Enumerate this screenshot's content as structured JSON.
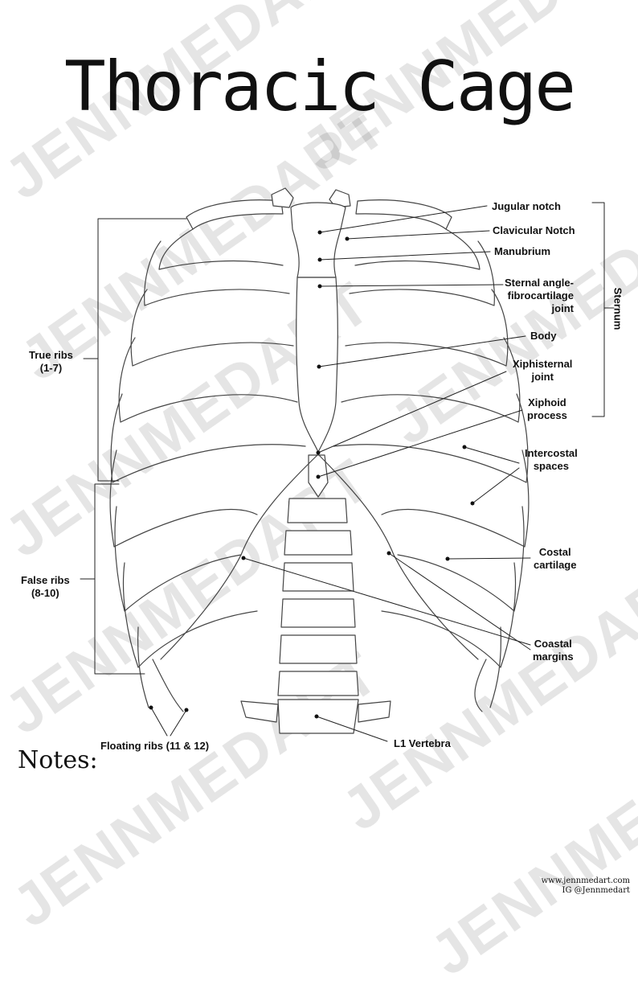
{
  "title": "Thoracic Cage",
  "watermark": "JENNMEDART",
  "labels": {
    "jugular_notch": "Jugular notch",
    "clavicular_notch": "Clavicular Notch",
    "manubrium": "Manubrium",
    "sternal_angle": "Sternal angle-\nfibrocartilage\njoint",
    "body": "Body",
    "xiphisternal_joint": "Xiphisternal\njoint",
    "xiphoid_process": "Xiphoid\nprocess",
    "intercostal_spaces": "Intercostal\nspaces",
    "costal_cartilage": "Costal\ncartilage",
    "coastal_margins": "Coastal\nmargins",
    "l1_vertebra": "L1 Vertebra",
    "floating_ribs": "Floating ribs (11 & 12)",
    "true_ribs": "True ribs\n(1-7)",
    "false_ribs": "False ribs\n(8-10)",
    "sternum": "Sternum"
  },
  "notes_label": "Notes:",
  "footer": {
    "website": "www.jennmedart.com",
    "instagram": "IG @Jennmedart"
  }
}
